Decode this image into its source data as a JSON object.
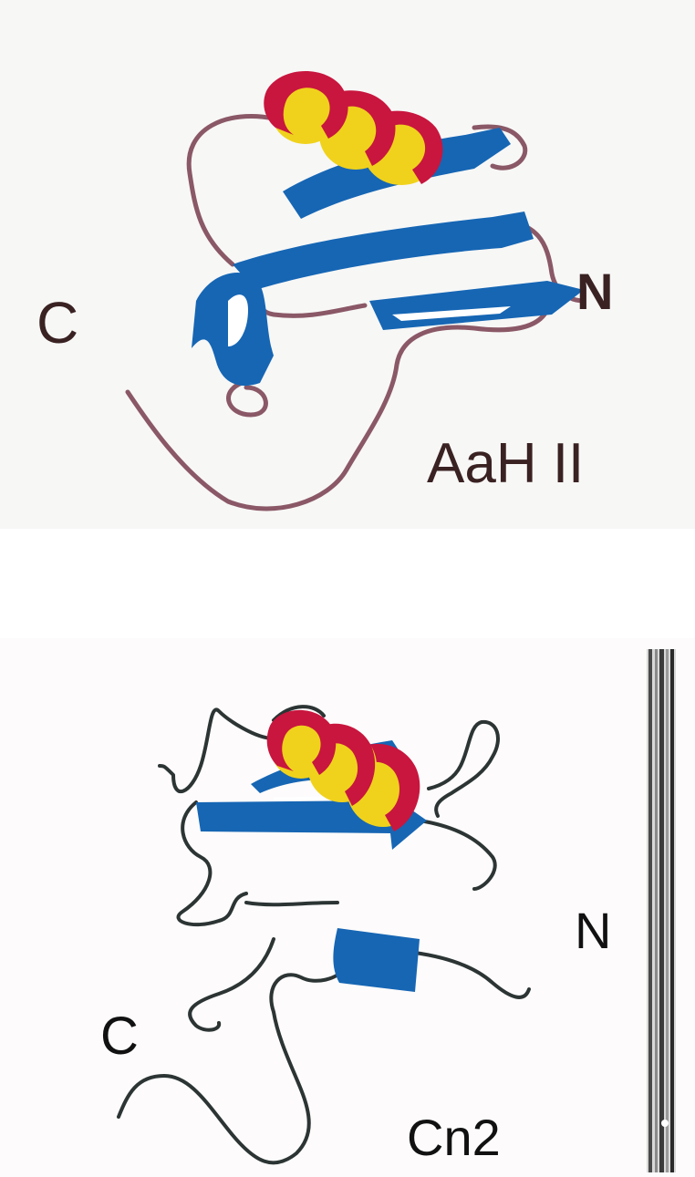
{
  "figures": [
    {
      "name": "AaH II",
      "labels": {
        "c_terminus": "C",
        "n_terminus": "N",
        "title": "AaH II"
      },
      "colors": {
        "helix": "#c8163e",
        "helix_inner": "#f0d21c",
        "strand": "#1666b4",
        "coil": "#8a5866"
      }
    },
    {
      "name": "Cn2",
      "labels": {
        "c_terminus": "C",
        "n_terminus": "N",
        "title": "Cn2"
      },
      "colors": {
        "helix": "#c8163e",
        "helix_inner": "#f0d21c",
        "strand": "#1666b4",
        "coil": "#2c3434"
      }
    }
  ]
}
